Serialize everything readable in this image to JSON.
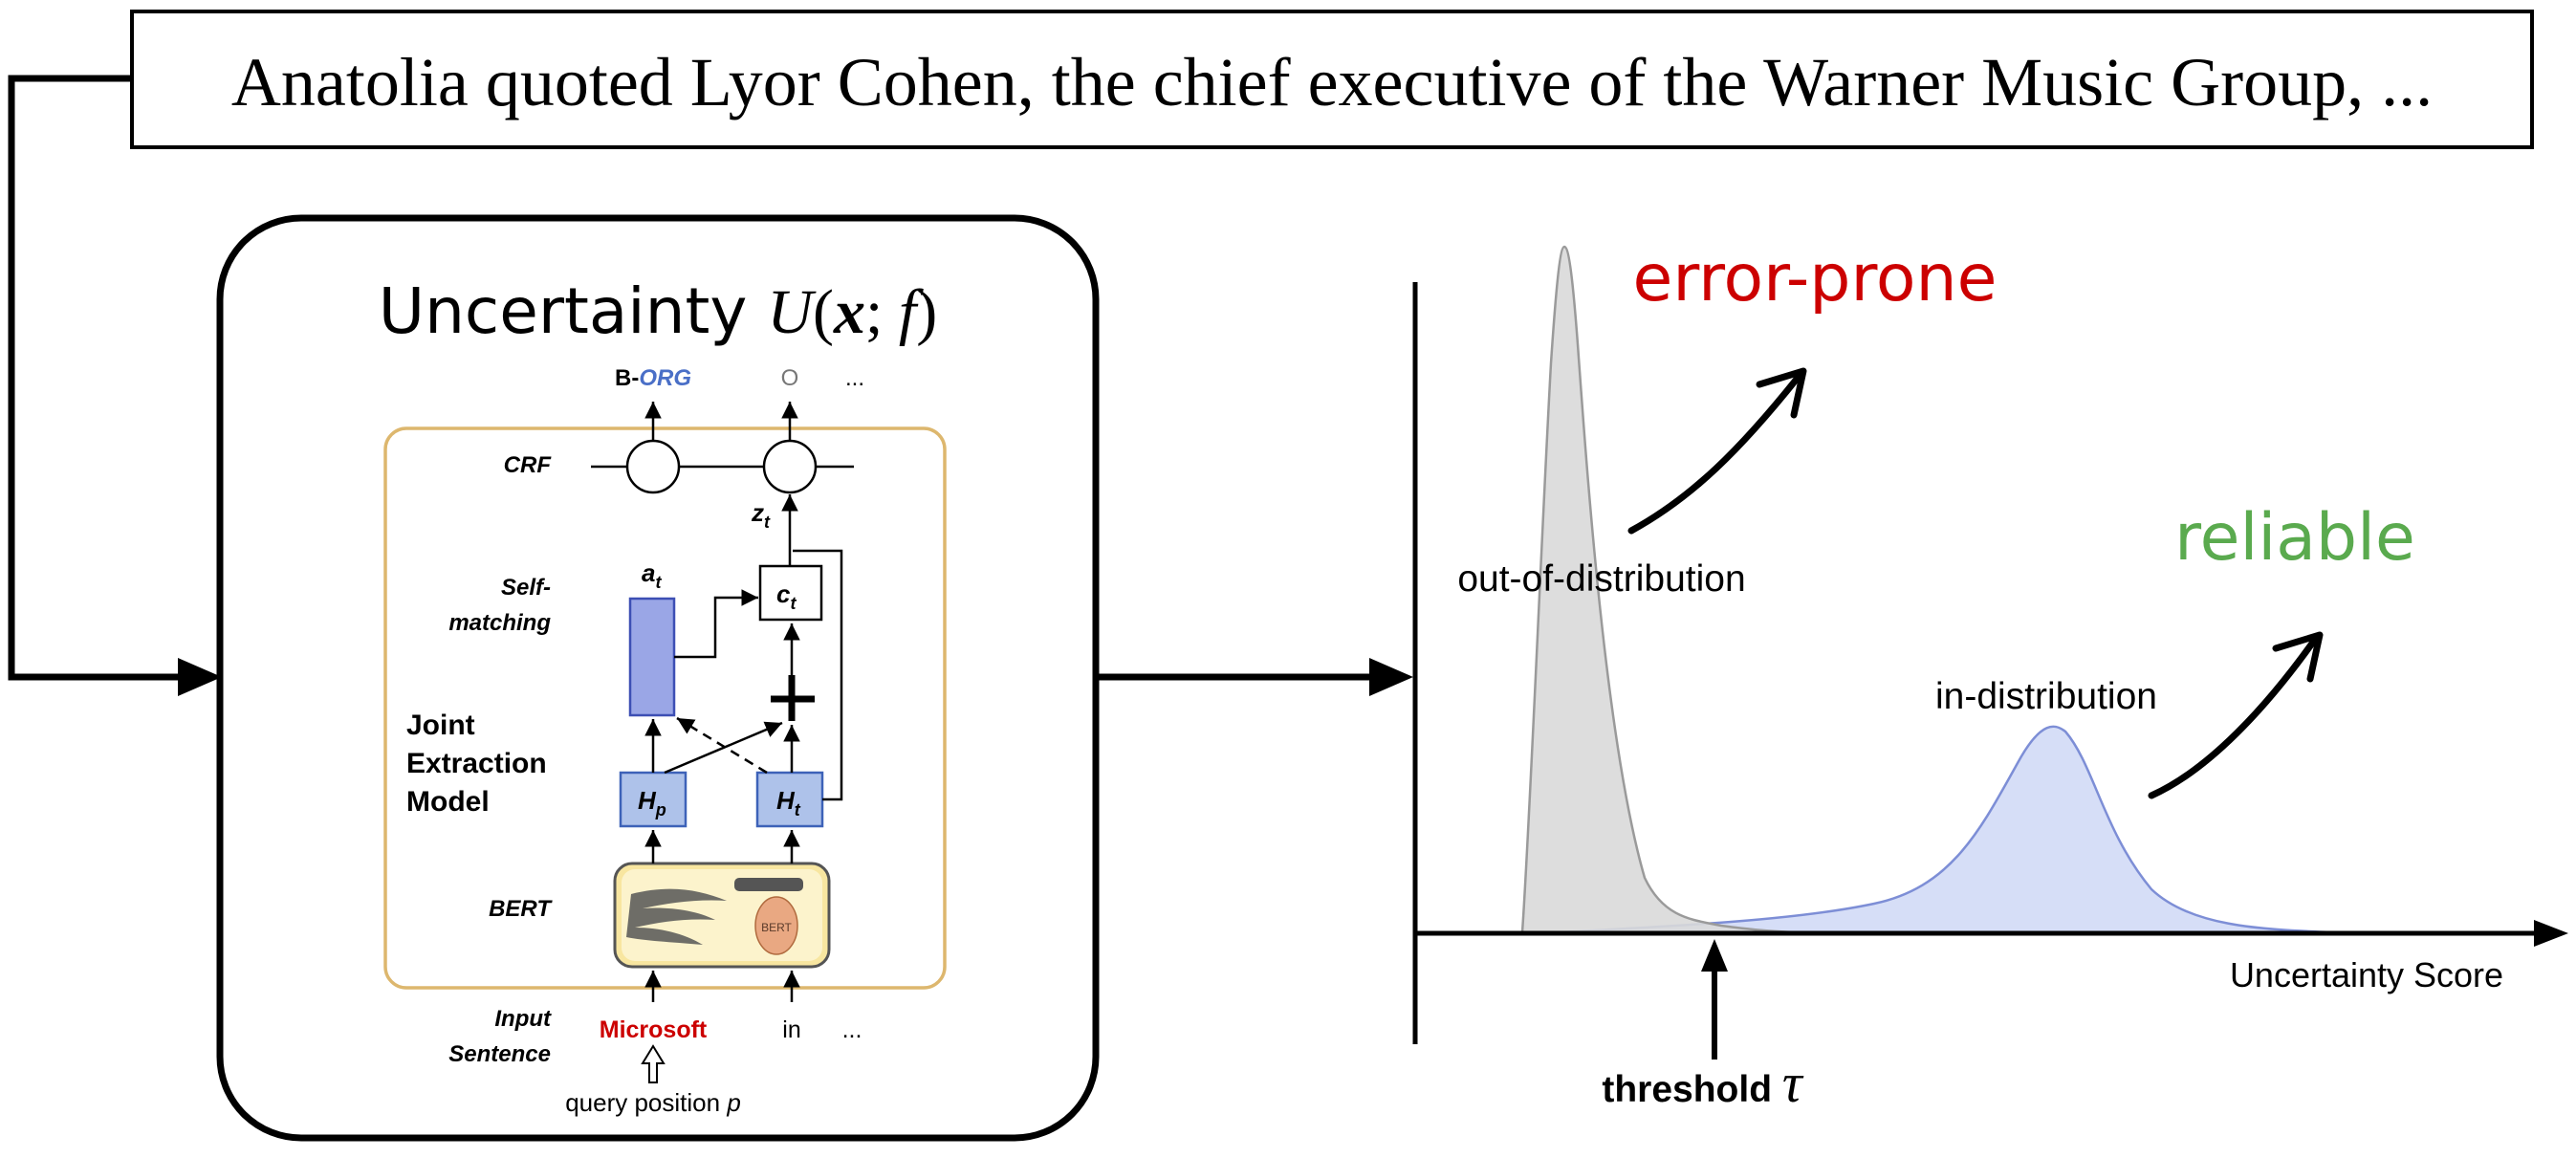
{
  "input_sentence": "Anatolia quoted Lyor Cohen, the chief executive of the Warner Music Group, ...",
  "model": {
    "title_prefix": "Uncertainty ",
    "title_math": {
      "fn": "U",
      "open": "(",
      "var": "x",
      "sep": "; ",
      "model": "f",
      "close": ")"
    },
    "outputs": {
      "b_prefix": "B-",
      "org": "ORG",
      "o": "O",
      "more": "..."
    },
    "layers": {
      "crf": "CRF",
      "self_matching_1": "Self-",
      "self_matching_2": "matching",
      "joint_1": "Joint",
      "joint_2": "Extraction",
      "joint_3": "Model",
      "bert": "BERT",
      "input_1": "Input",
      "input_2": "Sentence"
    },
    "nodes": {
      "z": "z",
      "z_sub": "t",
      "a": "a",
      "a_sub": "t",
      "c": "c",
      "c_sub": "t",
      "hp": "H",
      "hp_sub": "p",
      "ht": "H",
      "ht_sub": "t",
      "plus": "+",
      "bert_badge": "BERT"
    },
    "tokens": {
      "microsoft": "Microsoft",
      "in": "in",
      "more": "..."
    },
    "query_position": {
      "text": "query position ",
      "var": "p"
    }
  },
  "distribution": {
    "error_prone": "error-prone",
    "reliable": "reliable",
    "ood": "out-of-distribution",
    "id": "in-distribution",
    "axis_label": "Uncertainty Score",
    "threshold_text": "threshold ",
    "threshold_symbol": "τ"
  },
  "colors": {
    "error_prone": "#cc0000",
    "reliable": "#5aaa4e",
    "org_blue": "#4a6fc7",
    "microsoft_red": "#cc0000",
    "id_fill": "#cfd8f6",
    "id_stroke": "#7d8ed6",
    "ood_fill": "#d9d9d9",
    "ood_stroke": "#9a9a9a",
    "block_blue": "#9aa6e6",
    "block_blue_light": "#aec2ea",
    "panel_border": "#ddb76e",
    "bert_yellow": "#f8e6a0"
  },
  "chart_data": {
    "type": "area",
    "title": "",
    "xlabel": "Uncertainty Score",
    "ylabel": "",
    "series": [
      {
        "name": "out-of-distribution"
      },
      {
        "name": "in-distribution"
      }
    ],
    "annotations": [
      "error-prone",
      "reliable",
      "threshold τ"
    ]
  }
}
